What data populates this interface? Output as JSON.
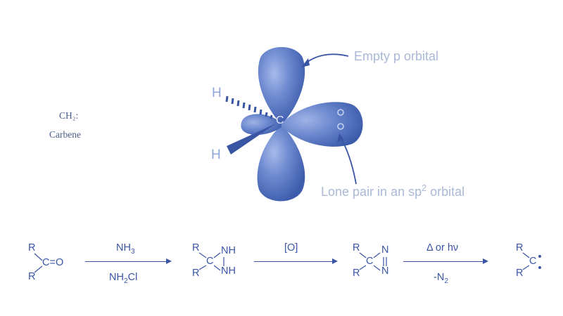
{
  "formula_label": "CH₂:",
  "name_label": "Carbene",
  "orbital": {
    "carbon_label": "C",
    "h_top": "H",
    "h_bottom": "H",
    "callout_empty": "Empty p orbital",
    "callout_lone_pair_prefix": "Lone pair in an sp",
    "callout_lone_pair_sup": "2",
    "callout_lone_pair_suffix": " orbital"
  },
  "reaction": {
    "r": "R",
    "carbonyl_tail": "C=O",
    "c": "C",
    "nh": "NH",
    "n": "N",
    "step1_top": "NH",
    "step1_top_sub": "3",
    "step1_bottom_pre": "NH",
    "step1_bottom_sub": "2",
    "step1_bottom_post": "Cl",
    "step2_top": "[O]",
    "step3_top": "Δ or hν",
    "step3_bottom_pre": "-N",
    "step3_bottom_sub": "2"
  },
  "colors": {
    "lobe": "#5b79c4",
    "reaction": "#3b55a5",
    "callout": "#a9b9d6"
  }
}
